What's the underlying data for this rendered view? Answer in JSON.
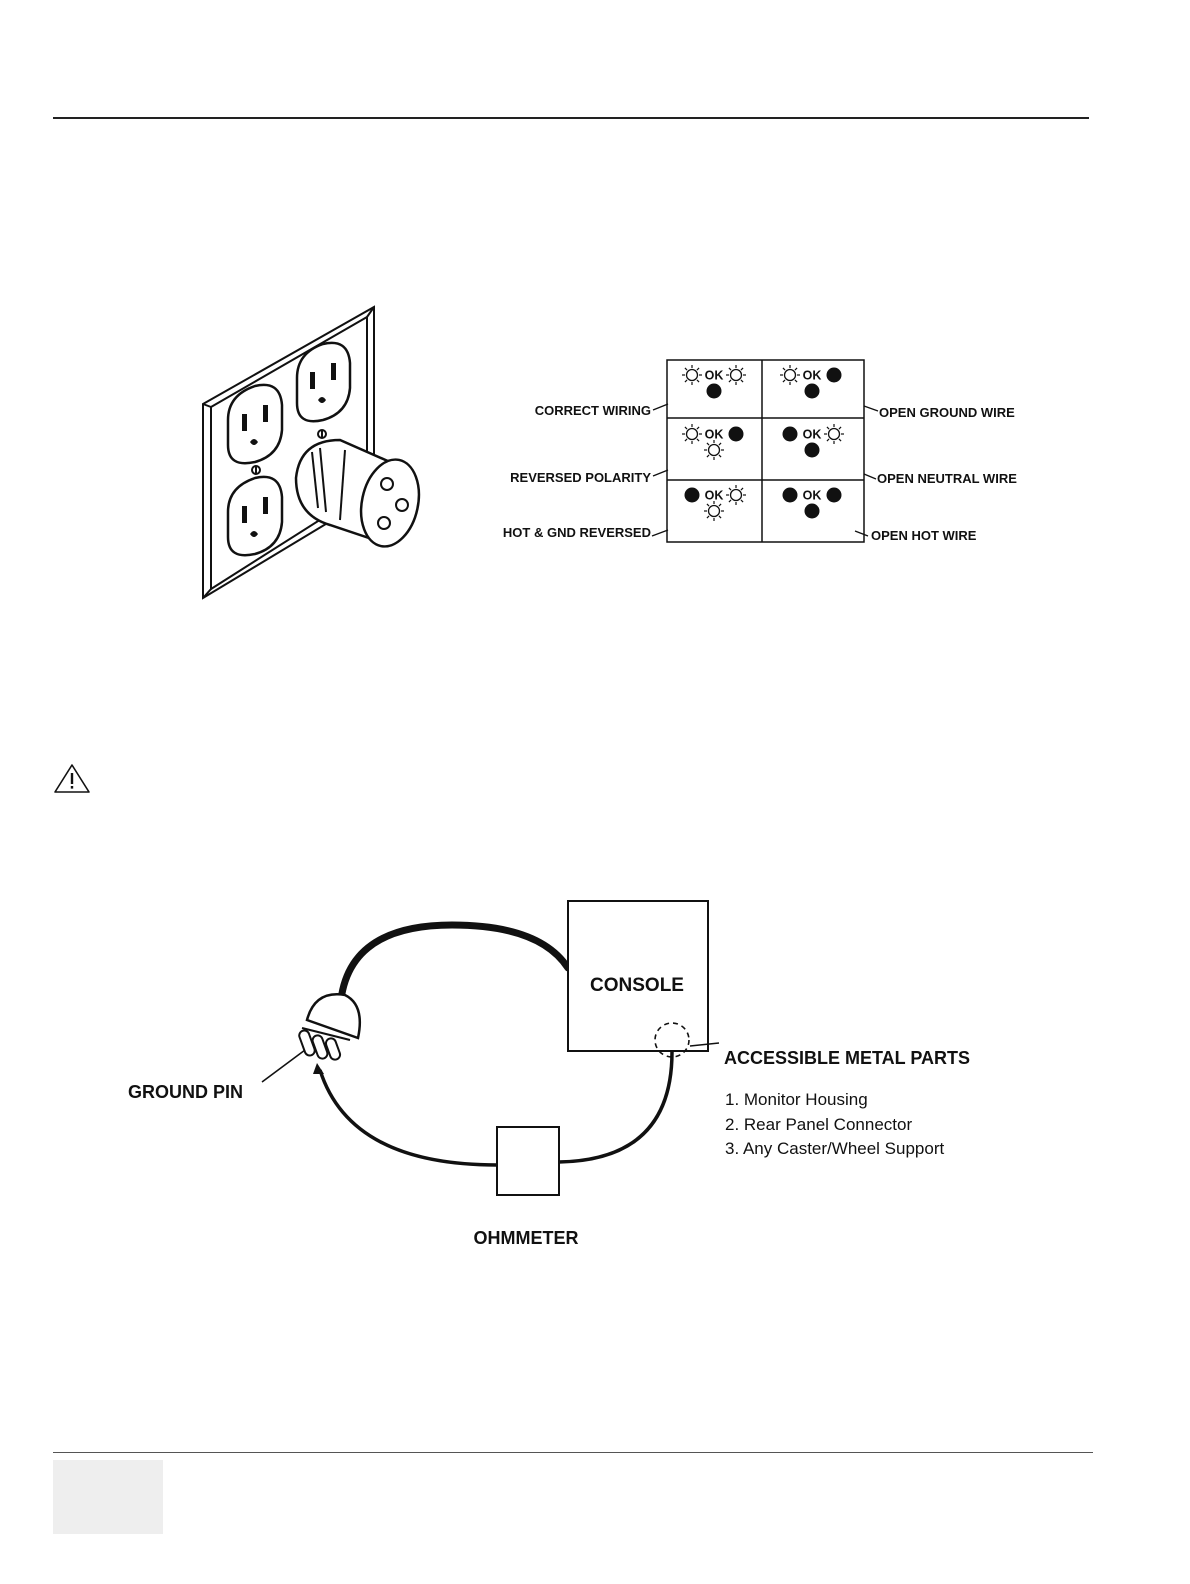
{
  "outlet_tester": {
    "labels_left": [
      "CORRECT WIRING",
      "REVERSED POLARITY",
      "HOT & GND REVERSED"
    ],
    "labels_right": [
      "OPEN GROUND WIRE",
      "OPEN NEUTRAL WIRE",
      "OPEN HOT WIRE"
    ],
    "ok_text": "OK"
  },
  "ground_test": {
    "console_label": "CONSOLE",
    "ground_pin_label": "GROUND PIN",
    "ohmmeter_label": "OHMMETER",
    "metal_parts_title": "ACCESSIBLE METAL PARTS",
    "metal_parts_items": [
      "1.  Monitor Housing",
      "2.  Rear Panel Connector",
      "3.  Any Caster/Wheel Support"
    ]
  },
  "warning_icon": "warning-triangle-icon"
}
